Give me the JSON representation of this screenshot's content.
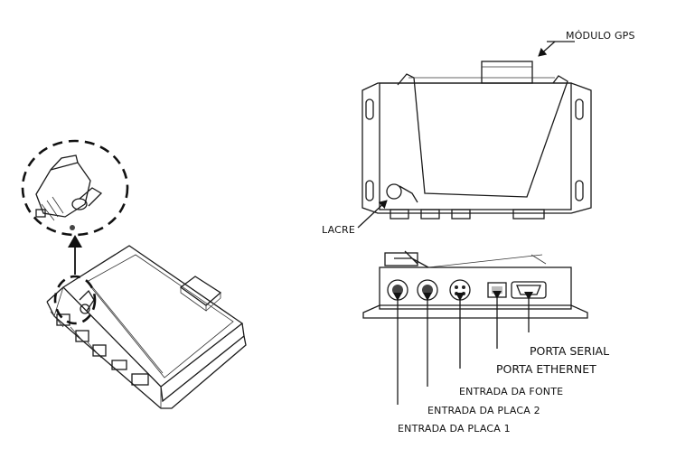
{
  "labels": {
    "gps_module": "MÓDULO GPS",
    "seal": "LACRE",
    "serial_port": "PORTA SERIAL",
    "ethernet_port": "PORTA ETHERNET",
    "power_input": "ENTRADA DA FONTE",
    "board2_input": "ENTRADA DA PLACA 2",
    "board1_input": "ENTRADA DA PLACA 1"
  }
}
